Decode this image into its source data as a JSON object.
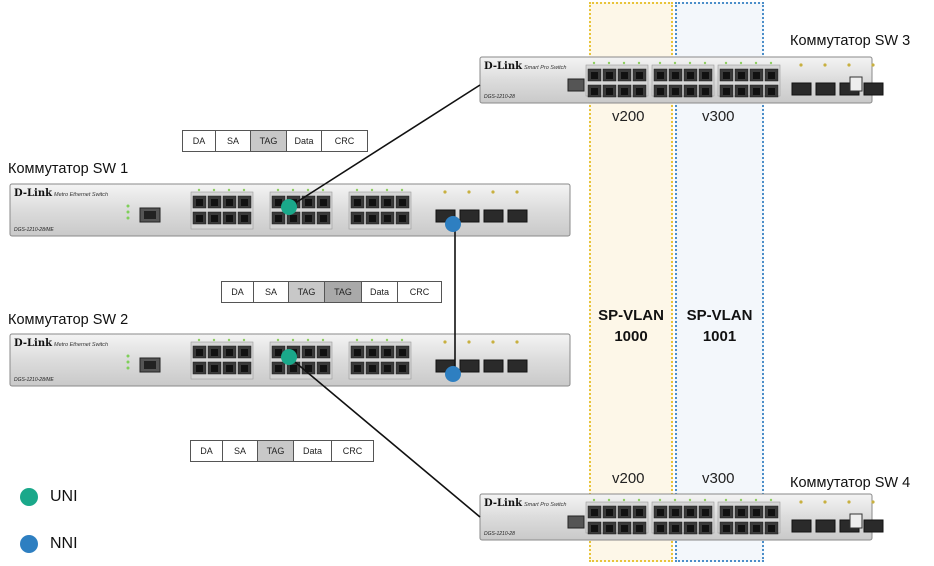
{
  "switches": {
    "sw1": {
      "title": "Коммутатор  SW 1",
      "brand": "D-Link",
      "series": "Metro Ethernet Switch",
      "model": "DGS-1210-28/ME"
    },
    "sw2": {
      "title": "Коммутатор SW 2",
      "brand": "D-Link",
      "series": "Metro Ethernet Switch",
      "model": "DGS-1210-28/ME"
    },
    "sw3": {
      "title": "Коммутатор SW 3",
      "brand": "D-Link",
      "series": "Smart Pro Switch",
      "model": "DGS-1210-28"
    },
    "sw4": {
      "title": "Коммутатор SW 4",
      "brand": "D-Link",
      "series": "Smart Pro Switch",
      "model": "DGS-1210-28"
    }
  },
  "frames": {
    "frame_top": [
      "DA",
      "SA",
      "TAG",
      "Data",
      "CRC"
    ],
    "frame_middle": [
      "DA",
      "SA",
      "TAG",
      "TAG",
      "Data",
      "CRC"
    ],
    "frame_bottom": [
      "DA",
      "SA",
      "TAG",
      "Data",
      "CRC"
    ]
  },
  "vlans": {
    "top_v200": "v200",
    "top_v300": "v300",
    "bottom_v200": "v200",
    "bottom_v300": "v300",
    "sp_vlan_1000": "SP-VLAN\n1000",
    "sp_vlan_1001": "SP-VLAN\n1001"
  },
  "legend": {
    "uni": {
      "label": "UNI",
      "color": "#1aa88a"
    },
    "nni": {
      "label": "NNI",
      "color": "#2e7fc1"
    }
  },
  "colors": {
    "tag_fill": "#c8c8c8",
    "tag_fill_dark": "#a9a9a9",
    "vlan200_border": "#e8c43a",
    "vlan200_fill": "#fdf7e8",
    "vlan300_border": "#4b8ec9",
    "vlan300_fill": "#f3f7fb"
  }
}
